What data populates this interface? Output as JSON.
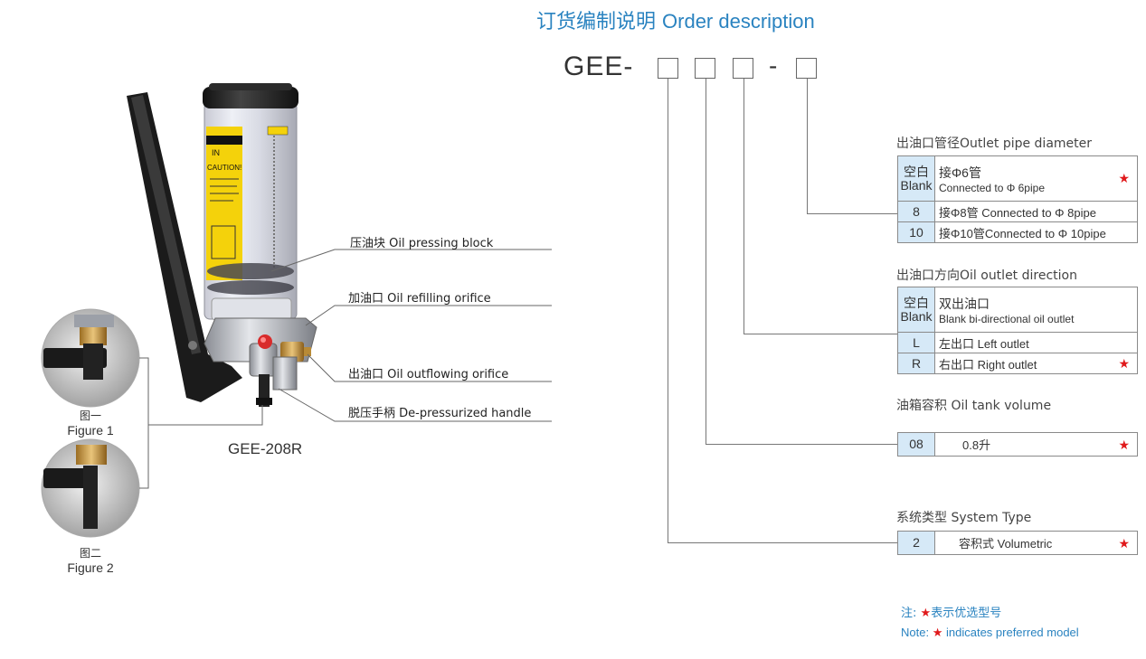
{
  "title": {
    "zh": "订货编制说明",
    "en": "Order description"
  },
  "code": {
    "prefix": "GEE-",
    "dash": "-"
  },
  "outlet_diameter": {
    "title": "出油口管径Outlet pipe diameter",
    "rows": [
      {
        "code": "空白",
        "code2": "Blank",
        "desc": "接Φ6管",
        "desc2": "Connected to Φ 6pipe",
        "star": "★"
      },
      {
        "code": "8",
        "desc": "接Φ8管 Connected to Φ 8pipe"
      },
      {
        "code": "10",
        "desc": "接Φ10管Connected to Φ 10pipe"
      }
    ]
  },
  "outlet_direction": {
    "title": "出油口方向Oil outlet direction",
    "rows": [
      {
        "code": "空白",
        "code2": "Blank",
        "desc": "双出油口",
        "desc2": "Blank bi-directional oil outlet"
      },
      {
        "code": "L",
        "desc": "左出口 Left outlet"
      },
      {
        "code": "R",
        "desc": "右出口 Right outlet",
        "star": "★"
      }
    ]
  },
  "tank_volume": {
    "title": "油箱容积 Oil tank volume",
    "rows": [
      {
        "code": "08",
        "desc": "0.8升",
        "star": "★"
      }
    ]
  },
  "system_type": {
    "title": "系统类型 System Type",
    "rows": [
      {
        "code": "2",
        "desc": "容积式 Volumetric",
        "star": "★"
      }
    ]
  },
  "note": {
    "zh_prefix": "注:",
    "star": "★",
    "zh_text": "表示优选型号",
    "en_prefix": "Note:",
    "en_text": "indicates preferred model"
  },
  "product": {
    "model": "GEE-208R",
    "labels": {
      "pressing": "压油块 Oil pressing block",
      "refilling": "加油口 Oil refilling orifice",
      "outflowing": "出油口 Oil outflowing orifice",
      "handle": "脱压手柄 De-pressurized handle"
    },
    "figure1": {
      "zh": "图一",
      "en": "Figure 1"
    },
    "figure2": {
      "zh": "图二",
      "en": "Figure 2"
    },
    "tank_brand_text": "IN",
    "tank_caution_text": "CAUTION!"
  }
}
